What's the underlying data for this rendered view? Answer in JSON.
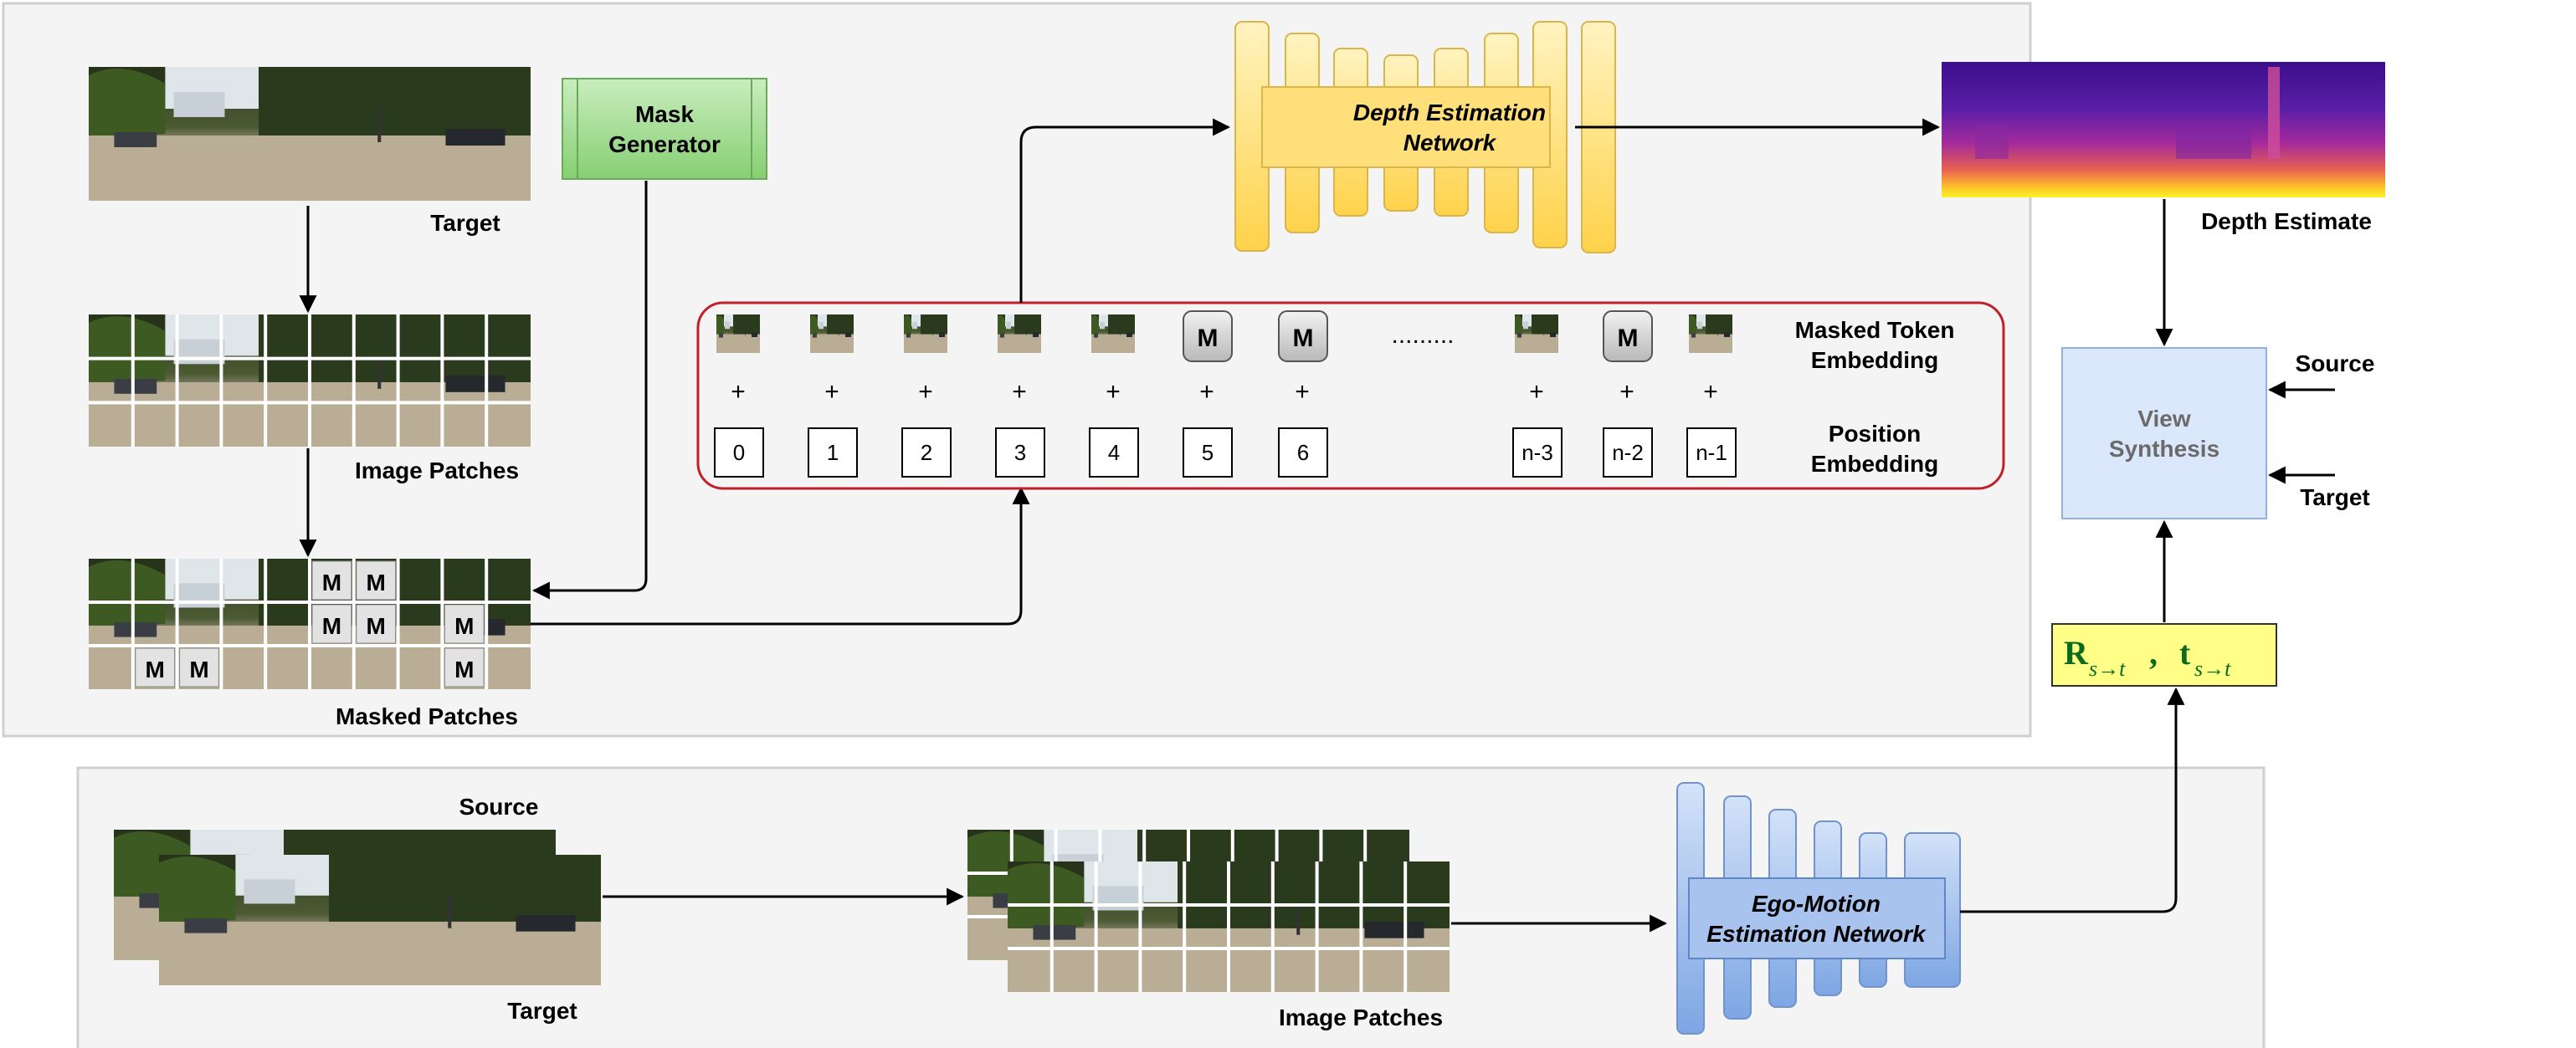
{
  "top_panel": {
    "target_label": "Target",
    "image_patches_label": "Image Patches",
    "masked_patches_label": "Masked Patches",
    "mask_generator": [
      "Mask",
      "Generator"
    ],
    "depth_network": [
      "Depth Estimation",
      "Network"
    ],
    "depth_estimate_label": "Depth Estimate",
    "masked_token_label": [
      "Masked Token",
      "Embedding"
    ],
    "position_label": [
      "Position",
      "Embedding"
    ],
    "mask_token": "M",
    "plus": "+",
    "dots": ".........",
    "positions": [
      "0",
      "1",
      "2",
      "3",
      "4",
      "5",
      "6",
      "n-3",
      "n-2",
      "n-1"
    ]
  },
  "view_synthesis": {
    "label": [
      "View",
      "Synthesis"
    ],
    "source_label": "Source",
    "target_label": "Target",
    "pose_R": "R",
    "pose_t": "t",
    "pose_sub": "s→t"
  },
  "bottom_panel": {
    "source_label": "Source",
    "target_label": "Target",
    "image_patches_label": "Image Patches",
    "ego_network": [
      "Ego-Motion",
      "Estimation Network"
    ]
  },
  "colors": {
    "panel_bg": "#f4f4f4",
    "mask_green": "#8fd47d",
    "depth_yellow": "#ffd968",
    "ego_blue": "#9dbbeb",
    "view_synth_bg": "#dbe8fb",
    "pose_box": "#ffff88",
    "token_border": "#c0202a"
  }
}
